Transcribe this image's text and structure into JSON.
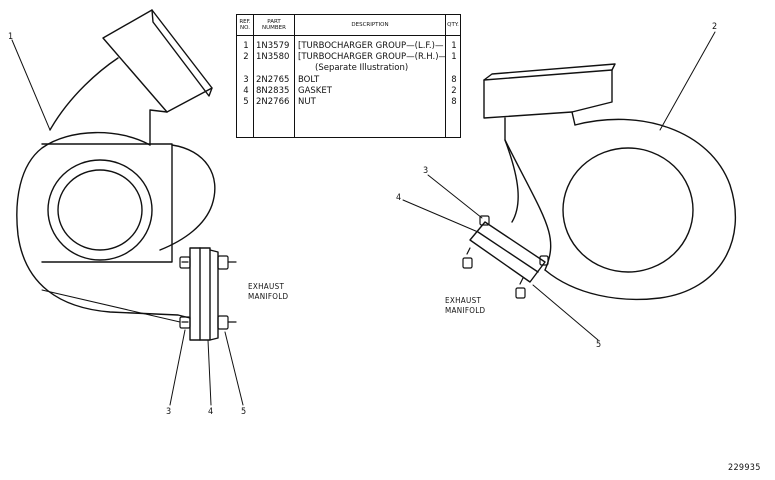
{
  "table": {
    "headers": {
      "ref": "REF.\nNO.",
      "part": "PART\nNUMBER",
      "description": "DESCRIPTION",
      "qty": "QTY."
    },
    "rows": [
      {
        "ref": "1",
        "part": "1N3579",
        "description": "[TURBOCHARGER GROUP—(L.F.)—",
        "qty": "1"
      },
      {
        "ref": "2",
        "part": "1N3580",
        "description": "[TURBOCHARGER GROUP—(R.H.)—",
        "qty": "1"
      },
      {
        "ref": "",
        "part": "",
        "description": "(Separate Illustration)",
        "qty": ""
      },
      {
        "ref": "3",
        "part": "2N2765",
        "description": "BOLT",
        "qty": "8"
      },
      {
        "ref": "4",
        "part": "8N2835",
        "description": "GASKET",
        "qty": "2"
      },
      {
        "ref": "5",
        "part": "2N2766",
        "description": "NUT",
        "qty": "8"
      }
    ]
  },
  "labels": {
    "exhaust_left_1": "EXHAUST",
    "exhaust_left_2": "MANIFOLD",
    "exhaust_right_1": "EXHAUST",
    "exhaust_right_2": "MANIFOLD",
    "illustration_number": "229935"
  },
  "callouts": {
    "c1": "1",
    "c2": "2",
    "c3_left": "3",
    "c4_left": "4",
    "c5_left": "5",
    "c3_right": "3",
    "c4_right": "4",
    "c5_right": "5"
  }
}
